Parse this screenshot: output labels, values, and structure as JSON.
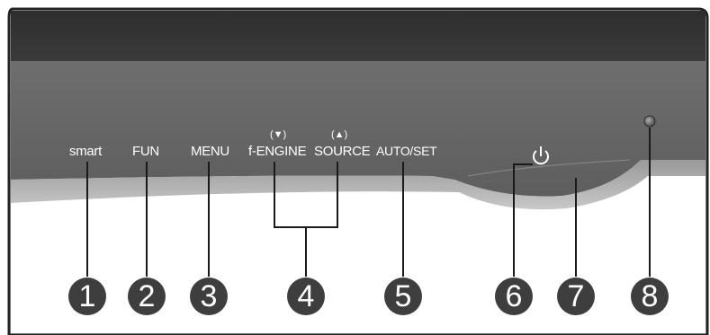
{
  "buttons": {
    "smart": "smart",
    "fun": "FUN",
    "menu": "MENU",
    "fengine": "f-ENGINE",
    "fengine_arrow": "(▼)",
    "source": "SOURCE",
    "source_arrow": "(▲)",
    "autoset": "AUTO/SET",
    "power_icon": "power-icon",
    "indicator": "power-indicator-led"
  },
  "callouts": [
    "1",
    "2",
    "3",
    "4",
    "5",
    "6",
    "7",
    "8"
  ],
  "colors": {
    "bezel_dark": "#3a3a3a",
    "bezel_mid": "#6b6b6b",
    "callout": "#3e3e3e",
    "line": "#1a1a1a"
  }
}
